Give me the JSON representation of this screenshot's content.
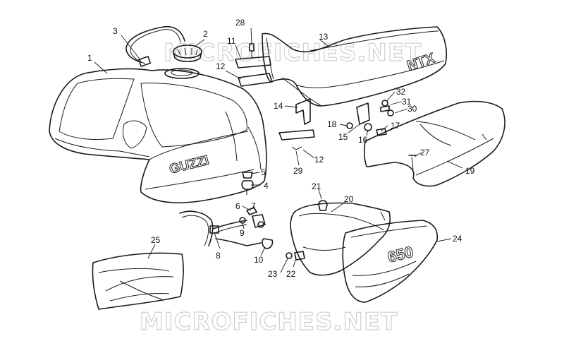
{
  "watermark": {
    "top": "MICROFICHES.NET",
    "bottom": "MICROFICHES.NET"
  },
  "logos": {
    "tank": "GUZZI",
    "seat": "NTX",
    "side_cover": "650"
  },
  "callouts": [
    {
      "id": "1",
      "label": "1"
    },
    {
      "id": "2",
      "label": "2"
    },
    {
      "id": "3",
      "label": "3"
    },
    {
      "id": "4",
      "label": "4"
    },
    {
      "id": "5",
      "label": "5"
    },
    {
      "id": "6",
      "label": "6"
    },
    {
      "id": "7",
      "label": "7"
    },
    {
      "id": "8",
      "label": "8"
    },
    {
      "id": "9",
      "label": "9"
    },
    {
      "id": "10",
      "label": "10"
    },
    {
      "id": "11",
      "label": "11"
    },
    {
      "id": "12a",
      "label": "12"
    },
    {
      "id": "12b",
      "label": "12"
    },
    {
      "id": "13",
      "label": "13"
    },
    {
      "id": "14",
      "label": "14"
    },
    {
      "id": "15",
      "label": "15"
    },
    {
      "id": "16",
      "label": "16"
    },
    {
      "id": "17",
      "label": "17"
    },
    {
      "id": "18",
      "label": "18"
    },
    {
      "id": "19",
      "label": "19"
    },
    {
      "id": "20",
      "label": "20"
    },
    {
      "id": "21",
      "label": "21"
    },
    {
      "id": "22",
      "label": "22"
    },
    {
      "id": "23",
      "label": "23"
    },
    {
      "id": "24",
      "label": "24"
    },
    {
      "id": "25",
      "label": "25"
    },
    {
      "id": "27",
      "label": "27"
    },
    {
      "id": "28",
      "label": "28"
    },
    {
      "id": "29",
      "label": "29"
    },
    {
      "id": "30",
      "label": "30"
    },
    {
      "id": "31",
      "label": "31"
    },
    {
      "id": "32",
      "label": "32"
    }
  ]
}
